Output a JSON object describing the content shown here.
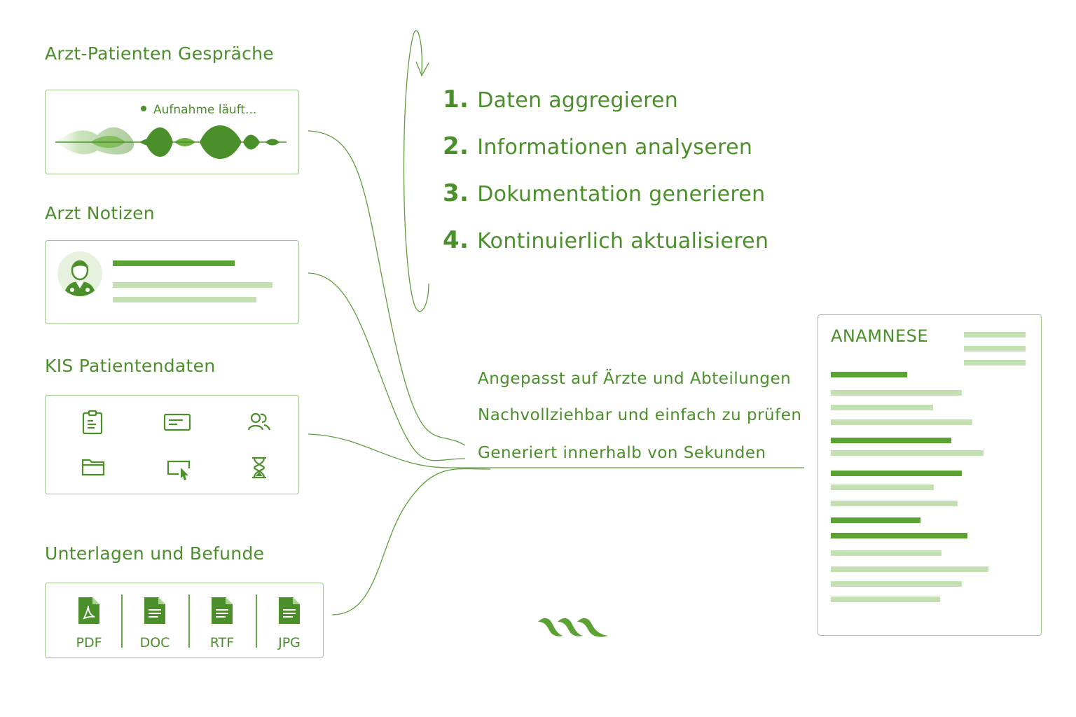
{
  "sources": {
    "conversations": {
      "title": "Arzt-Patienten Gespräche",
      "recording_label": "Aufnahme läuft..."
    },
    "notes": {
      "title": "Arzt Notizen"
    },
    "kis": {
      "title": "KIS Patientendaten"
    },
    "documents": {
      "title": "Unterlagen und Befunde",
      "files": [
        {
          "label": "PDF",
          "icon": "pdf-file-icon"
        },
        {
          "label": "DOC",
          "icon": "doc-file-icon"
        },
        {
          "label": "RTF",
          "icon": "rtf-file-icon"
        },
        {
          "label": "JPG",
          "icon": "jpg-file-icon"
        }
      ]
    }
  },
  "steps": [
    {
      "num": "1.",
      "label": "Daten aggregieren"
    },
    {
      "num": "2.",
      "label": "Informationen analyseren"
    },
    {
      "num": "3.",
      "label": "Dokumentation generieren"
    },
    {
      "num": "4.",
      "label": "Kontinuierlich aktualisieren"
    }
  ],
  "features": [
    "Angepasst auf Ärzte und Abteilungen",
    "Nachvollziehbar und einfach zu prüfen",
    "Generiert innerhalb von Sekunden"
  ],
  "output": {
    "title": "ANAMNESE"
  },
  "colors": {
    "primary": "#4a8f2a",
    "bar_dark": "#5aa232",
    "bar_light": "#c4e0b2",
    "border": "#9cc58a"
  }
}
